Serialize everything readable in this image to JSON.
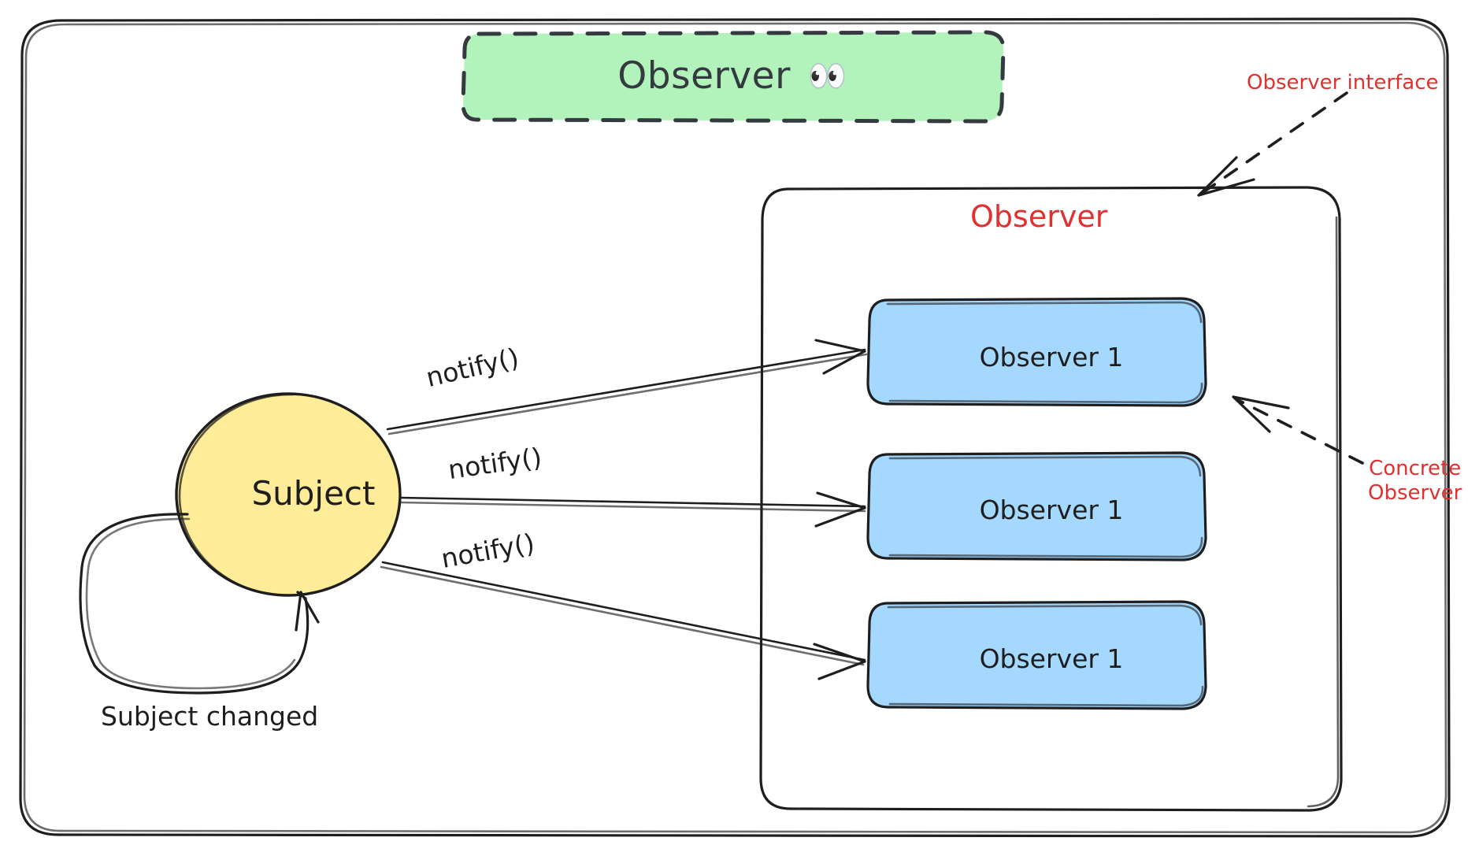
{
  "diagram": {
    "type": "observer-design-pattern",
    "title": {
      "text": "Observer",
      "emoji": "👀",
      "emoji_name": "eyes-emoji",
      "banner_fill": "#b2f2bb",
      "banner_stroke": "#343a40",
      "banner_style": "dashed"
    },
    "subject": {
      "label": "Subject",
      "shape": "ellipse",
      "fill": "#ffec99",
      "stroke": "#1e1e1e",
      "self_loop_label": "Subject changed"
    },
    "observer_group": {
      "label": "Observer",
      "label_color": "#e03131",
      "shape": "rounded-rect",
      "fill": "transparent",
      "stroke": "#1e1e1e",
      "boxes": [
        {
          "label": "Observer 1",
          "fill": "#a5d8ff",
          "stroke": "#1e1e1e"
        },
        {
          "label": "Observer 1",
          "fill": "#a5d8ff",
          "stroke": "#1e1e1e"
        },
        {
          "label": "Observer 1",
          "fill": "#a5d8ff",
          "stroke": "#1e1e1e"
        }
      ]
    },
    "edges": [
      {
        "from": "Subject",
        "to": "Observer 1 (top)",
        "label": "notify()",
        "style": "solid-arrow"
      },
      {
        "from": "Subject",
        "to": "Observer 1 (middle)",
        "label": "notify()",
        "style": "solid-arrow"
      },
      {
        "from": "Subject",
        "to": "Observer 1 (bottom)",
        "label": "notify()",
        "style": "solid-arrow"
      },
      {
        "from": "Subject",
        "to": "Subject",
        "label": "Subject changed",
        "style": "solid-self-loop"
      }
    ],
    "annotations": [
      {
        "text": "Observer interface",
        "lines": [
          "Observer interface"
        ],
        "color": "#e03131",
        "points_to": "observer-group-container",
        "connector": "dashed-arrow"
      },
      {
        "text": "Concrete Observer",
        "lines": [
          "Concrete",
          "Observer"
        ],
        "color": "#e03131",
        "points_to": "observer-box-top",
        "connector": "dashed-arrow"
      }
    ],
    "outer_frame": {
      "shape": "rounded-rect",
      "stroke": "#1e1e1e",
      "fill": "#ffffff"
    }
  }
}
